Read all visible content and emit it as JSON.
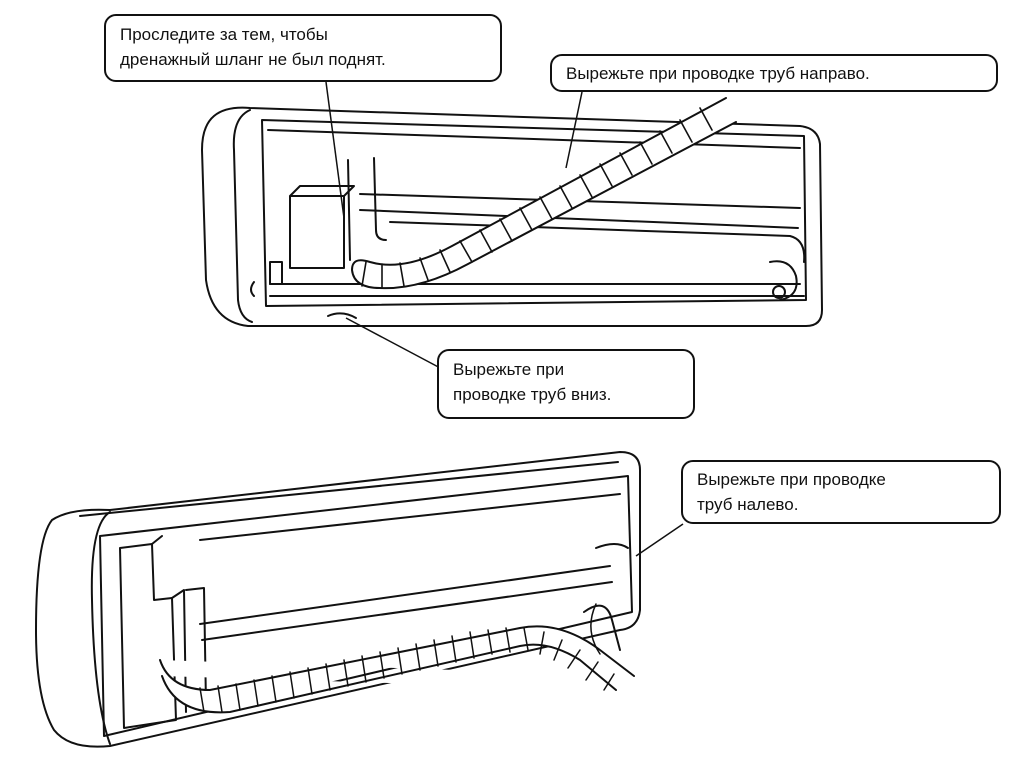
{
  "callouts": {
    "drain_hose": {
      "lines": [
        "Проследите за тем, чтобы",
        "дренажный шланг не был поднят."
      ]
    },
    "cut_right": {
      "lines": [
        "Вырежьте при проводке труб направо."
      ]
    },
    "cut_down": {
      "lines": [
        "Вырежьте при",
        "проводке труб вниз."
      ]
    },
    "cut_left": {
      "lines": [
        "Вырежьте при проводке",
        "труб налево."
      ]
    }
  },
  "colors": {
    "ink": "#111111",
    "paper": "#ffffff"
  }
}
